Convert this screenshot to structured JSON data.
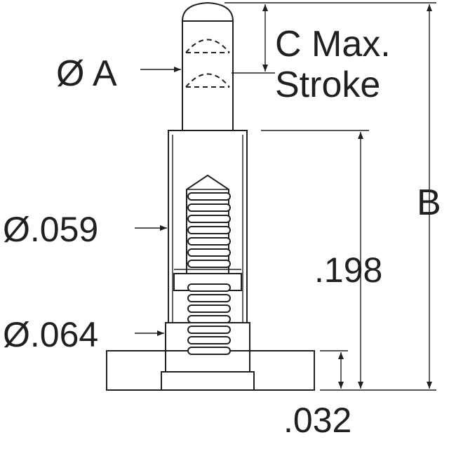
{
  "diagram": {
    "labels": {
      "dia_a": "Ø A",
      "c_max_line1": "C Max.",
      "c_max_line2": "Stroke",
      "b": "B",
      "dia_059": "Ø.059",
      "dim_198": ".198",
      "dia_064": "Ø.064",
      "dim_032": ".032"
    },
    "colors": {
      "ink": "#231f20",
      "background": "#ffffff"
    }
  }
}
